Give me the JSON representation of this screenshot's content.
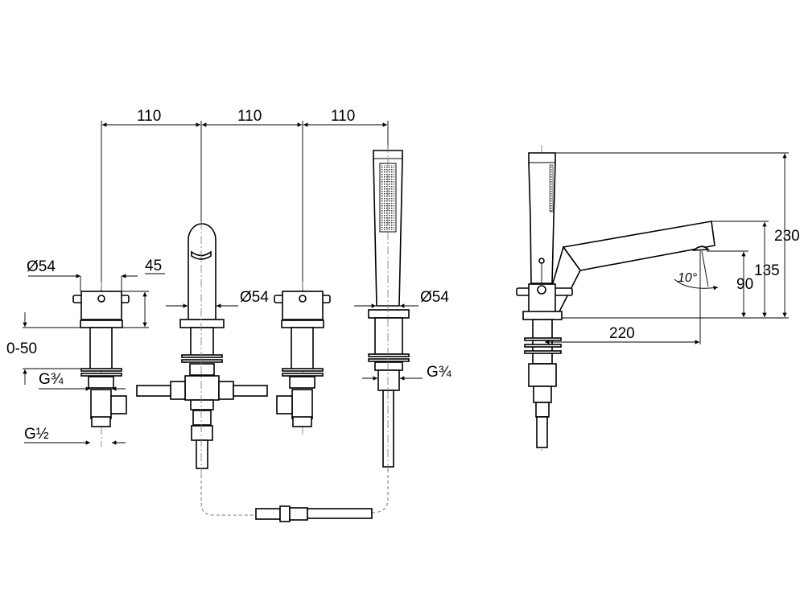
{
  "dimensions": {
    "spacing_1": "110",
    "spacing_2": "110",
    "spacing_3": "110",
    "left_valve_diameter": "Ø54",
    "left_valve_height": "45",
    "deck_thickness": "0-50",
    "left_valve_thread_top": "G¾",
    "left_valve_thread_bottom": "G½",
    "spout_diameter": "Ø54",
    "right_valve_diameter": "Ø54",
    "shower_thread": "G¾",
    "overall_height": "230",
    "spout_top_height": "135",
    "spout_outlet_height": "90",
    "spout_reach": "220",
    "spout_angle": "10°"
  }
}
